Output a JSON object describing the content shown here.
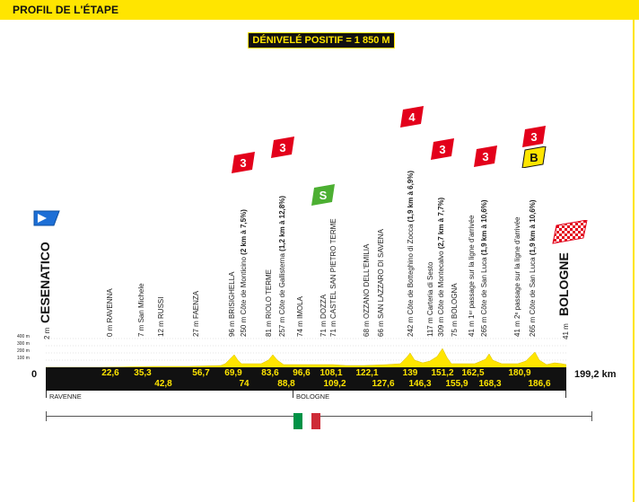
{
  "header": {
    "title": "PROFIL DE L'ÉTAPE"
  },
  "elevation_badge": "DÉNIVELÉ POSITIF = 1 850 M",
  "start": {
    "city": "CESENATICO",
    "alt": "2 m"
  },
  "finish": {
    "city": "BOLOGNE",
    "alt": "41 m"
  },
  "altitude_scale": [
    "400 m",
    "300 m",
    "200 m",
    "100 m"
  ],
  "km_start": "0",
  "km_end": "199,2 km",
  "points": [
    {
      "alt": "0 m",
      "name": "RAVENNA",
      "bold": "",
      "after": ""
    },
    {
      "alt": "7 m",
      "name": "San Michele",
      "bold": "",
      "after": ""
    },
    {
      "alt": "12 m",
      "name": "RUSSI",
      "bold": "",
      "after": ""
    },
    {
      "alt": "27 m",
      "name": "FAENZA",
      "bold": "",
      "after": ""
    },
    {
      "alt": "96 m",
      "name": "BRISIGHELLA",
      "bold": "",
      "after": ""
    },
    {
      "alt": "250 m",
      "name": "Côte de Monticino",
      "bold": "(2 km à 7,5%)",
      "after": ""
    },
    {
      "alt": "81 m",
      "name": "RIOLO TERME",
      "bold": "",
      "after": ""
    },
    {
      "alt": "257 m",
      "name": "Côte de Gallisterna",
      "bold": "(1,2 km à 12,8%)",
      "after": ""
    },
    {
      "alt": "74 m",
      "name": "IMOLA",
      "bold": "",
      "after": ""
    },
    {
      "alt": "71 m",
      "name": "DOZZA",
      "bold": "",
      "after": ""
    },
    {
      "alt": "71 m",
      "name": "CASTEL SAN PIETRO TERME",
      "bold": "",
      "after": ""
    },
    {
      "alt": "68 m",
      "name": "OZZANO DELL'EMILIA",
      "bold": "",
      "after": ""
    },
    {
      "alt": "66 m",
      "name": "SAN LAZZARO DI SAVENA",
      "bold": "",
      "after": ""
    },
    {
      "alt": "242 m",
      "name": "Côte de Botteghino di Zocca",
      "bold": "(1,9 km à 6,9%)",
      "after": ""
    },
    {
      "alt": "117 m",
      "name": "Carteria di Sesto",
      "bold": "",
      "after": ""
    },
    {
      "alt": "309 m",
      "name": "Côte de Montecalvo",
      "bold": "(2,7 km à 7,7%)",
      "after": ""
    },
    {
      "alt": "75 m",
      "name": "BOLOGNA",
      "bold": "",
      "after": ""
    },
    {
      "alt": "41 m",
      "name": "1ᵉʳ passage sur la ligne d'arrivée",
      "bold": "",
      "after": ""
    },
    {
      "alt": "265 m",
      "name": "Côte de San Luca",
      "bold": "(1,9 km à 10,6%)",
      "after": ""
    },
    {
      "alt": "41 m",
      "name": "2ᵉ passage sur la ligne d'arrivée",
      "bold": "",
      "after": ""
    },
    {
      "alt": "265 m",
      "name": "Côte de San Luca",
      "bold": "(1,9 km à 10,6%)",
      "after": ""
    }
  ],
  "km_top": [
    "22,6",
    "35,3",
    "56,7",
    "69,9",
    "83,6",
    "96,6",
    "108,1",
    "122,1",
    "139",
    "151,2",
    "162,5",
    "180,9"
  ],
  "km_bottom": [
    "42,8",
    "74",
    "88,8",
    "109,2",
    "127,6",
    "146,3",
    "155,9",
    "168,3",
    "186,6"
  ],
  "climbs": [
    {
      "cat": "3",
      "color": "#e3001b"
    },
    {
      "cat": "3",
      "color": "#e3001b"
    },
    {
      "cat": "S",
      "color": "#4caf32"
    },
    {
      "cat": "4",
      "color": "#e3001b"
    },
    {
      "cat": "3",
      "color": "#e3001b"
    },
    {
      "cat": "3",
      "color": "#e3001b"
    },
    {
      "cat": "3",
      "color": "#e3001b"
    },
    {
      "cat": "B",
      "color": "#ffe500"
    }
  ],
  "departments": [
    "RAVENNE",
    "BOLOGNE"
  ],
  "flag_colors": [
    "#009246",
    "#ffffff",
    "#ce2b37"
  ]
}
